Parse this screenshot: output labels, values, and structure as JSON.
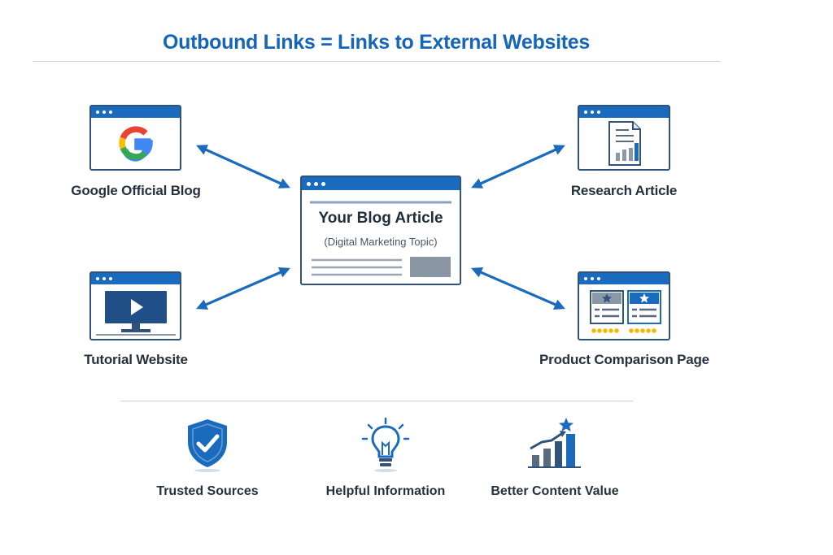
{
  "title": "Outbound Links = Links to External Websites",
  "center": {
    "title": "Your Blog Article",
    "subtitle": "(Digital Marketing Topic)"
  },
  "external": {
    "google": "Google Official Blog",
    "research": "Research Article",
    "tutorial": "Tutorial Website",
    "product": "Product Comparison Page"
  },
  "benefits": {
    "trusted": "Trusted Sources",
    "helpful": "Helpful Information",
    "value": "Better Content Value"
  },
  "colors": {
    "primary_blue": "#1a6bbd",
    "window_border": "#31527a",
    "star_gold": "#f5b800"
  }
}
